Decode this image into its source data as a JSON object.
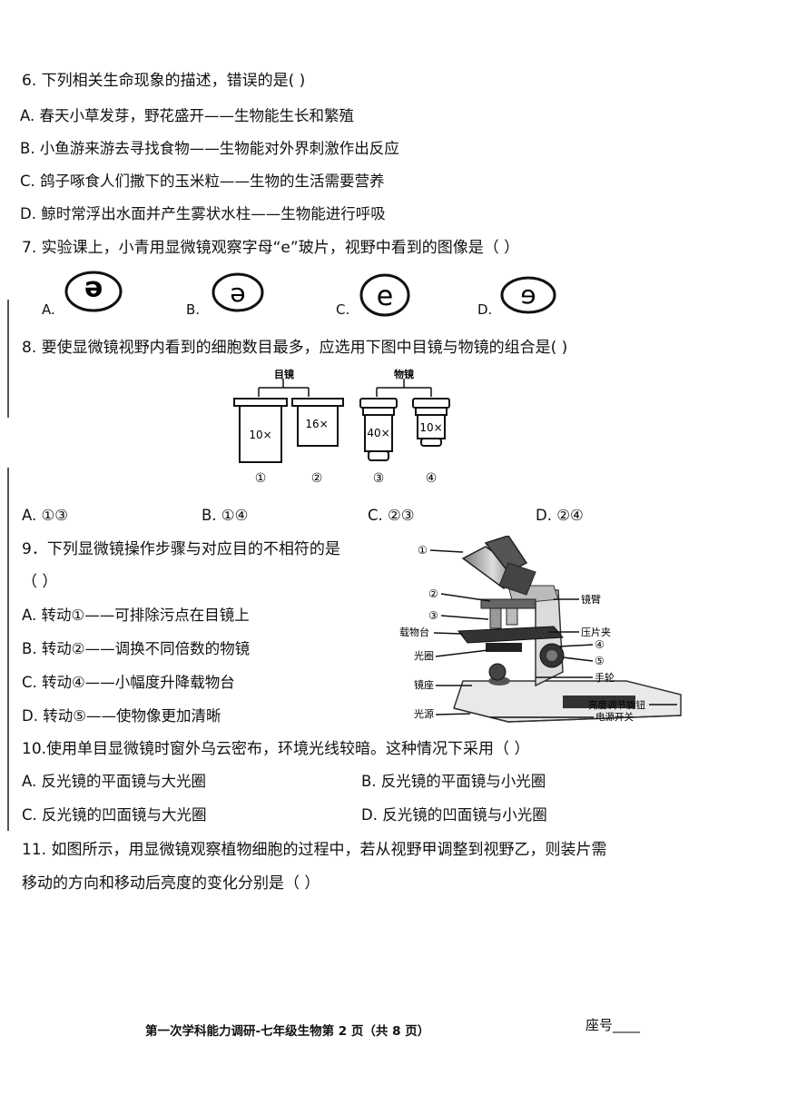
{
  "q6": {
    "stem": "6. 下列相关生命现象的描述，错误的是(      )",
    "options": [
      "A. 春天小草发芽，野花盛开——生物能生长和繁殖",
      "B. 小鱼游来游去寻找食物——生物能对外界刺激作出反应",
      "C. 鸽子啄食人们撒下的玉米粒——生物的生活需要营养",
      "D. 鲸时常浮出水面并产生雾状水柱——生物能进行呼吸"
    ]
  },
  "q7": {
    "stem": "7.  实验课上，小青用显微镜观察字母“e”玻片，视野中看到的图像是（      ）",
    "options": [
      {
        "label": "A.",
        "glyph": "e"
      },
      {
        "label": "B.",
        "glyph": "ə"
      },
      {
        "label": "C.",
        "glyph": "e"
      },
      {
        "label": "D.",
        "glyph": "e"
      }
    ]
  },
  "q8": {
    "stem": "8.  要使显微镜视野内看到的细胞数目最多，应选用下图中目镜与物镜的组合是(        )",
    "eyepiece_title": "目镜",
    "objective_title": "物镜",
    "lenses": [
      {
        "mag": "10×",
        "num": "①"
      },
      {
        "mag": "16×",
        "num": "②"
      },
      {
        "mag": "40×",
        "num": "③"
      },
      {
        "mag": "10×",
        "num": "④"
      }
    ],
    "options": [
      "A.  ①③",
      "B.  ①④",
      "C.  ②③",
      "D.  ②④"
    ]
  },
  "q9": {
    "stem": "9．下列显微镜操作步骤与对应目的不相符的是",
    "paren": "（      ）",
    "options": [
      "A.  转动①——可排除污点在目镜上",
      "B.  转动②——调换不同倍数的物镜",
      "C.  转动④——小幅度升降载物台",
      "D.  转动⑤——使物像更加清晰"
    ],
    "labels_left": [
      "①",
      "②",
      "③",
      "载物台",
      "光圈",
      "镜座",
      "光源"
    ],
    "labels_right": [
      "镜臂",
      "压片夹",
      "④",
      "⑤",
      "手轮",
      "亮度调节旋钮",
      "电源开关"
    ]
  },
  "q10": {
    "stem": "10.使用单目显微镜时窗外乌云密布，环境光线较暗。这种情况下采用（      ）",
    "options": [
      "A. 反光镜的平面镜与大光圈",
      "B. 反光镜的平面镜与小光圈",
      "C. 反光镜的凹面镜与大光圈",
      "D. 反光镜的凹面镜与小光圈"
    ]
  },
  "q11": {
    "line1": "11. 如图所示，用显微镜观察植物细胞的过程中，若从视野甲调整到视野乙，则装片需",
    "line2": "移动的方向和移动后亮度的变化分别是（      ）"
  },
  "footer": {
    "page_info": "第一次学科能力调研-七年级生物第 2 页（共 8 页）",
    "seat_label": "座号____"
  }
}
